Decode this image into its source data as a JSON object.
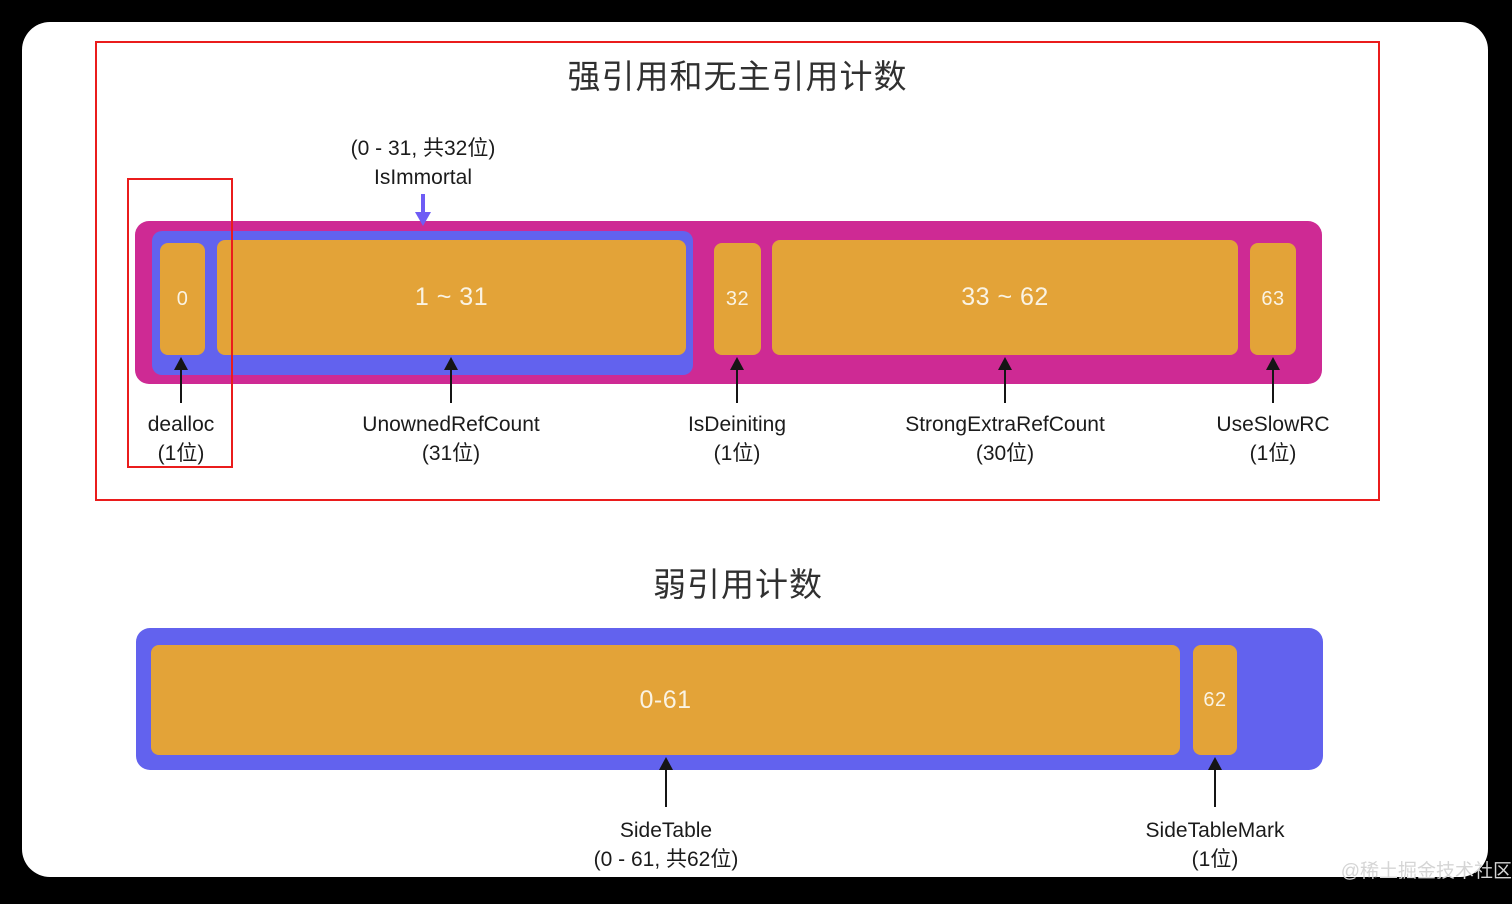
{
  "strong": {
    "title": "强引用和无主引用计数",
    "annotation": {
      "line1": "(0 - 31, 共32位)",
      "line2": "IsImmortal"
    },
    "segments": [
      {
        "label": "0"
      },
      {
        "label": "1 ~ 31"
      },
      {
        "label": "32"
      },
      {
        "label": "33 ~ 62"
      },
      {
        "label": "63"
      }
    ],
    "fields": [
      {
        "name": "dealloc",
        "bits": "(1位)"
      },
      {
        "name": "UnownedRefCount",
        "bits": "(31位)"
      },
      {
        "name": "IsDeiniting",
        "bits": "(1位)"
      },
      {
        "name": "StrongExtraRefCount",
        "bits": "(30位)"
      },
      {
        "name": "UseSlowRC",
        "bits": "(1位)"
      }
    ]
  },
  "weak": {
    "title": "弱引用计数",
    "segments": [
      {
        "label": "0-61"
      },
      {
        "label": "62"
      }
    ],
    "fields": [
      {
        "name": "SideTable",
        "bits": "(0 - 61, 共62位)"
      },
      {
        "name": "SideTableMark",
        "bits": "(1位)"
      }
    ]
  },
  "watermark": "@稀土掘金技术社区",
  "colors": {
    "strong_bar": "#CE2A94",
    "weak_bar": "#6262EE",
    "group_outline": "#6262EE",
    "segment_fill": "#E3A338",
    "highlight_outline": "#EA1C1C",
    "immortal_arrow": "#6E5CF5"
  }
}
